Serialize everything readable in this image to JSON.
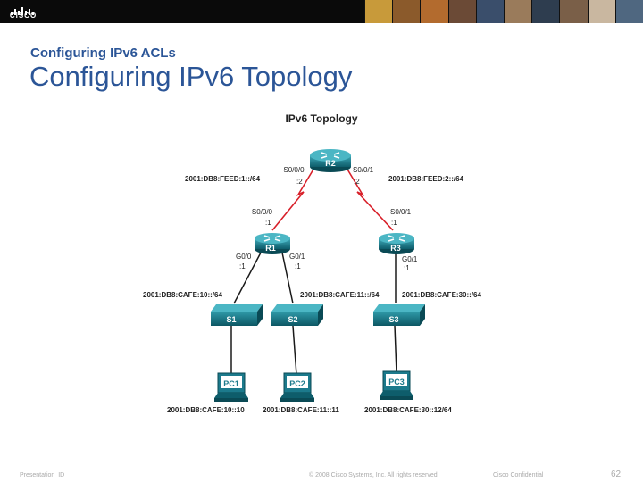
{
  "brand": {
    "logo_text": "CISCO"
  },
  "header": {
    "subtitle": "Configuring IPv6 ACLs",
    "title": "Configuring IPv6 Topology"
  },
  "diagram": {
    "title": "IPv6 Topology",
    "routers": [
      {
        "id": "R1",
        "label": "R1"
      },
      {
        "id": "R2",
        "label": "R2"
      },
      {
        "id": "R3",
        "label": "R3"
      }
    ],
    "switches": [
      {
        "id": "S1",
        "label": "S1"
      },
      {
        "id": "S2",
        "label": "S2"
      },
      {
        "id": "S3",
        "label": "S3"
      }
    ],
    "pcs": [
      {
        "id": "PC1",
        "label": "PC1",
        "address": "2001:DB8:CAFE:10::10"
      },
      {
        "id": "PC2",
        "label": "PC2",
        "address": "2001:DB8:CAFE:11::11"
      },
      {
        "id": "PC3",
        "label": "PC3",
        "address": "2001:DB8:CAFE:30::12/64"
      }
    ],
    "interfaces": {
      "r2_s000": "S0/0/0",
      "r2_s000_addr": ":2",
      "r2_s001": "S0/0/1",
      "r2_s001_addr": ":2",
      "r1_s000": "S0/0/0",
      "r1_s000_addr": ":1",
      "r3_s001": "S0/0/1",
      "r3_s001_addr": ":1",
      "r1_g00": "G0/0",
      "r1_g00_addr": ":1",
      "r1_g01": "G0/1",
      "r1_g01_addr": ":1",
      "r3_g01": "G0/1",
      "r3_g01_addr": ":1"
    },
    "networks": {
      "feed1": "2001:DB8:FEED:1::/64",
      "feed2": "2001:DB8:FEED:2::/64",
      "cafe10": "2001:DB8:CAFE:10::/64",
      "cafe11": "2001:DB8:CAFE:11::/64",
      "cafe30": "2001:DB8:CAFE:30::/64"
    }
  },
  "footer": {
    "presentation_id": "Presentation_ID",
    "copyright": "© 2008 Cisco Systems, Inc. All rights reserved.",
    "confidential": "Cisco Confidential",
    "page_number": "62"
  },
  "colors": {
    "title": "#2b5597",
    "router": "#1c7a8c",
    "serial_link": "#d8202a",
    "link": "#1a1a1a"
  }
}
